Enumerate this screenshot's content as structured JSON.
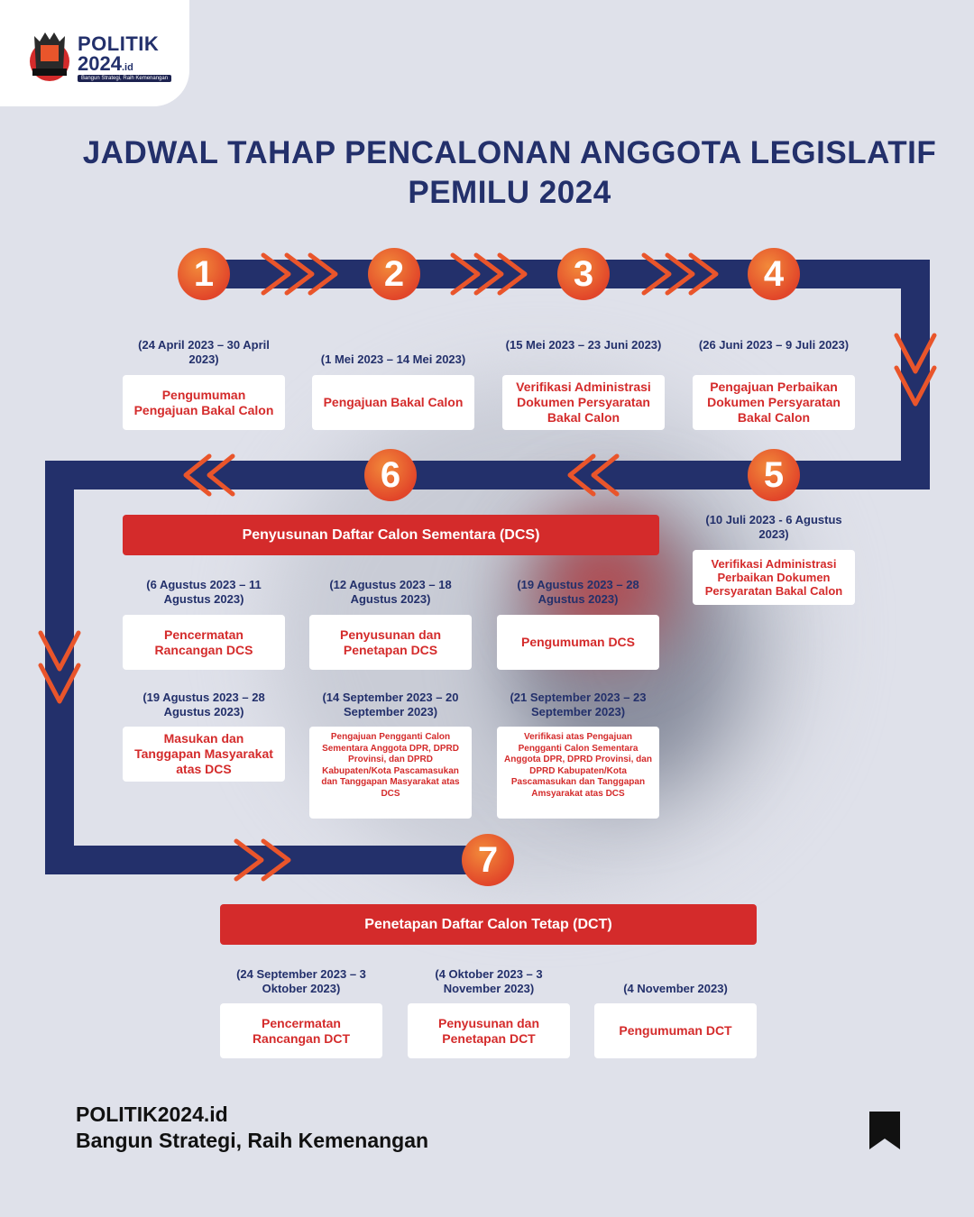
{
  "brand": {
    "logo_line1": "POLITIK",
    "logo_line2": "2024",
    "logo_suffix": ".id",
    "logo_tagline": "Bangun Strategi, Raih Kemenangan"
  },
  "title": {
    "line1": "JADWAL TAHAP PENCALONAN ANGGOTA LEGISLATIF",
    "line2": "PEMILU 2024"
  },
  "colors": {
    "navy": "#23306b",
    "red": "#d42b2b",
    "orange": "#e9552b",
    "background": "#dfe1ea"
  },
  "steps": [
    {
      "number": "1",
      "date": "(24 April 2023 – 30 April 2023)",
      "label": "Pengumuman Pengajuan Bakal Calon"
    },
    {
      "number": "2",
      "date": "(1 Mei 2023 – 14 Mei 2023)",
      "label": "Pengajuan Bakal Calon"
    },
    {
      "number": "3",
      "date": "(15 Mei 2023 – 23 Juni 2023)",
      "label": "Verifikasi Administrasi Dokumen Persyaratan Bakal Calon"
    },
    {
      "number": "4",
      "date": "(26 Juni 2023 – 9 Juli 2023)",
      "label": "Pengajuan Perbaikan Dokumen Persyaratan Bakal Calon"
    },
    {
      "number": "5",
      "date": "(10 Juli 2023 - 6 Agustus 2023)",
      "label": "Verifikasi Administrasi Perbaikan Dokumen Persyaratan Bakal Calon"
    },
    {
      "number": "6",
      "banner": "Penyusunan Daftar Calon Sementara (DCS)"
    },
    {
      "number": "7",
      "banner": "Penetapan Daftar Calon Tetap (DCT)"
    }
  ],
  "dcs_items": [
    {
      "date": "(6 Agustus 2023 – 11 Agustus 2023)",
      "label": "Pencermatan Rancangan DCS"
    },
    {
      "date": "(12 Agustus 2023 – 18 Agustus 2023)",
      "label": "Penyusunan dan Penetapan DCS"
    },
    {
      "date": "(19 Agustus 2023 – 28 Agustus 2023)",
      "label": "Pengumuman DCS"
    },
    {
      "date": "(19 Agustus 2023 – 28 Agustus 2023)",
      "label": "Masukan dan Tanggapan Masyarakat atas DCS"
    },
    {
      "date": "(14 September 2023 – 20 September 2023)",
      "label": "Pengajuan Pengganti Calon Sementara Anggota DPR, DPRD Provinsi, dan DPRD Kabupaten/Kota Pascamasukan dan Tanggapan Masyarakat atas DCS"
    },
    {
      "date": "(21 September 2023 – 23 September 2023)",
      "label": "Verifikasi atas Pengajuan Pengganti Calon Sementara Anggota DPR, DPRD Provinsi, dan DPRD Kabupaten/Kota Pascamasukan dan Tanggapan Amsyarakat atas DCS"
    }
  ],
  "dct_items": [
    {
      "date": "(24 September 2023 – 3 Oktober 2023)",
      "label": "Pencermatan Rancangan DCT"
    },
    {
      "date": "(4 Oktober 2023 – 3 November 2023)",
      "label": "Penyusunan dan Penetapan DCT"
    },
    {
      "date": "(4 November 2023)",
      "label": "Pengumuman DCT"
    }
  ],
  "footer": {
    "line1": "POLITIK2024.id",
    "line2": "Bangun Strategi, Raih Kemenangan",
    "icon": "bookmark-icon"
  }
}
